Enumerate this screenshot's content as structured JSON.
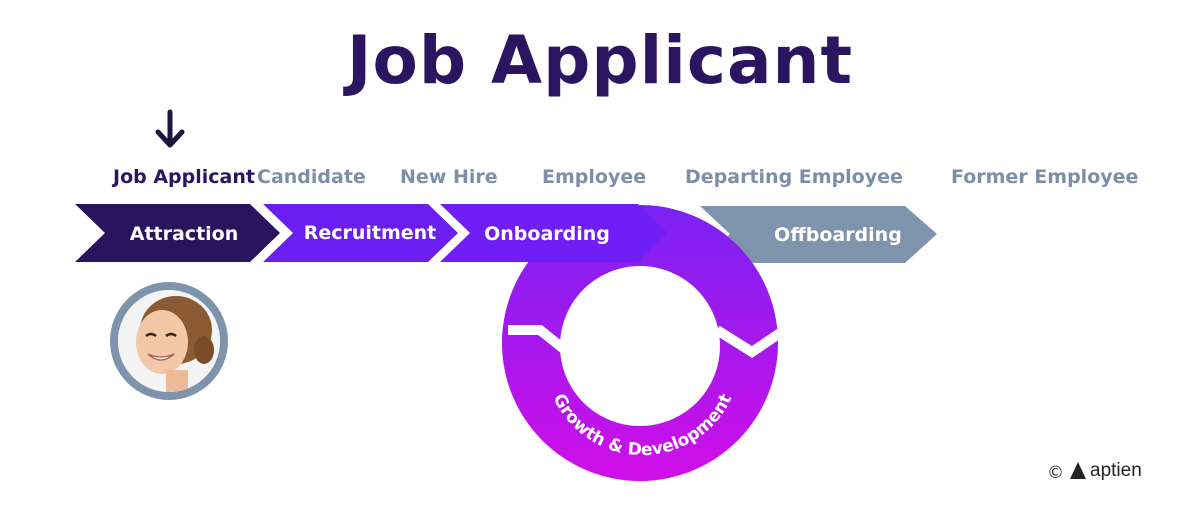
{
  "title": "Job Applicant",
  "stages": [
    {
      "label": "Job Applicant",
      "active": true
    },
    {
      "label": "Candidate",
      "active": false
    },
    {
      "label": "New Hire",
      "active": false
    },
    {
      "label": "Employee",
      "active": false
    },
    {
      "label": "Departing Employee",
      "active": false
    },
    {
      "label": "Former Employee",
      "active": false
    }
  ],
  "phases": {
    "attraction": "Attraction",
    "recruitment": "Recruitment",
    "onboarding": "Onboarding",
    "offboarding": "Offboarding",
    "growth": "Growth & Development"
  },
  "footer": {
    "copyright": "©",
    "brand": "aptien"
  },
  "colors": {
    "title": "#2b1460",
    "attraction": "#2a145e",
    "recruitment": "#6a1ef0",
    "onboarding": "#6f1ff5",
    "cycle_top": "#7a22f2",
    "cycle_bottom": "#d10ee8",
    "offboarding": "#7e94ac",
    "stage_inactive": "#7d8fa7"
  },
  "icons": {
    "pointer": "arrow-down-icon",
    "person": "avatar"
  }
}
